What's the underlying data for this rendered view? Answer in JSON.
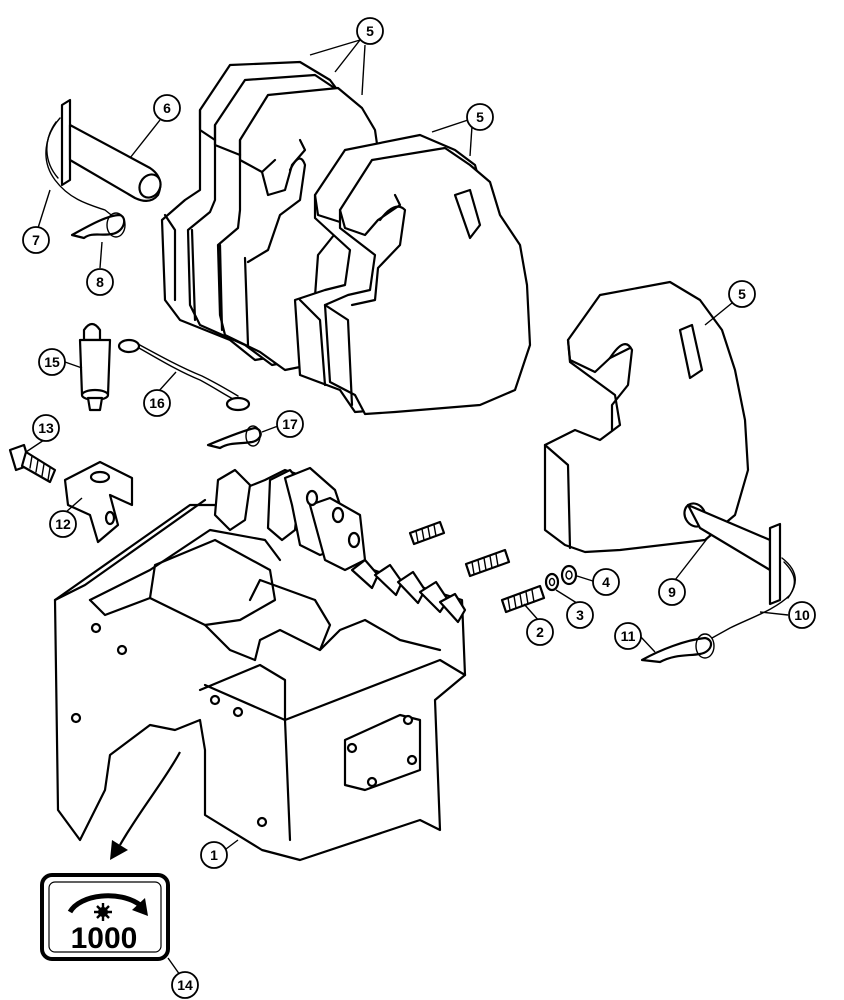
{
  "callouts": [
    {
      "id": "c1",
      "label": "1"
    },
    {
      "id": "c2",
      "label": "2"
    },
    {
      "id": "c3",
      "label": "3"
    },
    {
      "id": "c4",
      "label": "4"
    },
    {
      "id": "c5a",
      "label": "5"
    },
    {
      "id": "c5b",
      "label": "5"
    },
    {
      "id": "c5c",
      "label": "5"
    },
    {
      "id": "c6",
      "label": "6"
    },
    {
      "id": "c7",
      "label": "7"
    },
    {
      "id": "c8",
      "label": "8"
    },
    {
      "id": "c9",
      "label": "9"
    },
    {
      "id": "c10",
      "label": "10"
    },
    {
      "id": "c11",
      "label": "11"
    },
    {
      "id": "c12",
      "label": "12"
    },
    {
      "id": "c13",
      "label": "13"
    },
    {
      "id": "c14",
      "label": "14"
    },
    {
      "id": "c15",
      "label": "15"
    },
    {
      "id": "c16",
      "label": "16"
    },
    {
      "id": "c17",
      "label": "17"
    }
  ],
  "decal": {
    "speed": "1000",
    "icon": "pto-rotation-icon"
  }
}
